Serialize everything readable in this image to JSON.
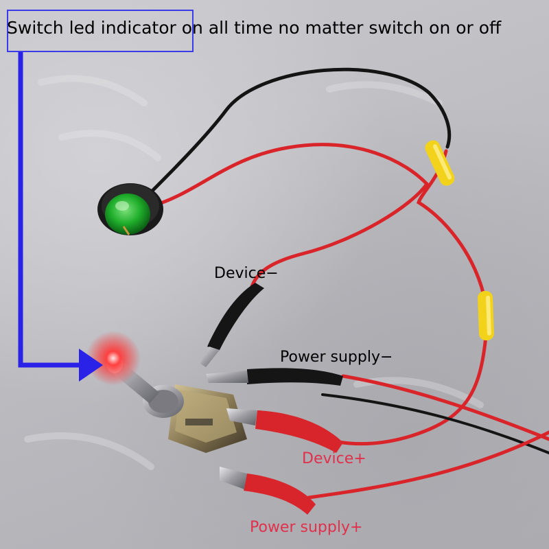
{
  "annotation": {
    "highlighted_text": "Switch led indicator",
    "remaining_text": " on all time no matter switch on or off",
    "box_color": "#3a3ae6",
    "arrow_color": "#2b22e8"
  },
  "labels": {
    "device_minus": "Device−",
    "power_supply_minus": "Power supply−",
    "device_plus": "Device+",
    "power_supply_plus": "Power supply+"
  },
  "colors": {
    "negative_label": "#000000",
    "positive_label": "#e0304c",
    "red_wire": "#d9242a",
    "black_wire": "#141414",
    "yellow_connector": "#f2d21a",
    "green_indicator": "#1fae2b",
    "led_glow": "#ff2a2a"
  },
  "icons": {
    "pointer": "arrow-right-icon"
  }
}
